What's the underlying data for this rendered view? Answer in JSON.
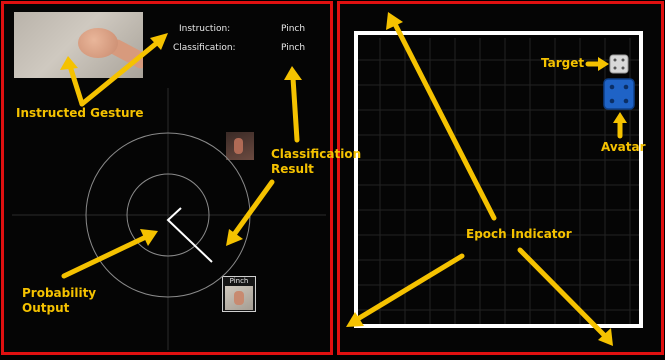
{
  "hud": {
    "instruction_label": "Instruction:",
    "instruction_value": "Pinch",
    "classification_label": "Classification:",
    "classification_value": "Pinch"
  },
  "annotations": {
    "instructed_gesture": "Instructed Gesture",
    "classification_result_line1": "Classification",
    "classification_result_line2": "Result",
    "probability_output_line1": "Probability",
    "probability_output_line2": "Output",
    "target": "Target",
    "avatar": "Avatar",
    "epoch_indicator": "Epoch Indicator"
  },
  "mini_label": "Pinch",
  "colors": {
    "annotation": "#f5c200",
    "panel_border": "#e01010",
    "avatar": "#1f63c6",
    "target": "#d9d9d9"
  }
}
